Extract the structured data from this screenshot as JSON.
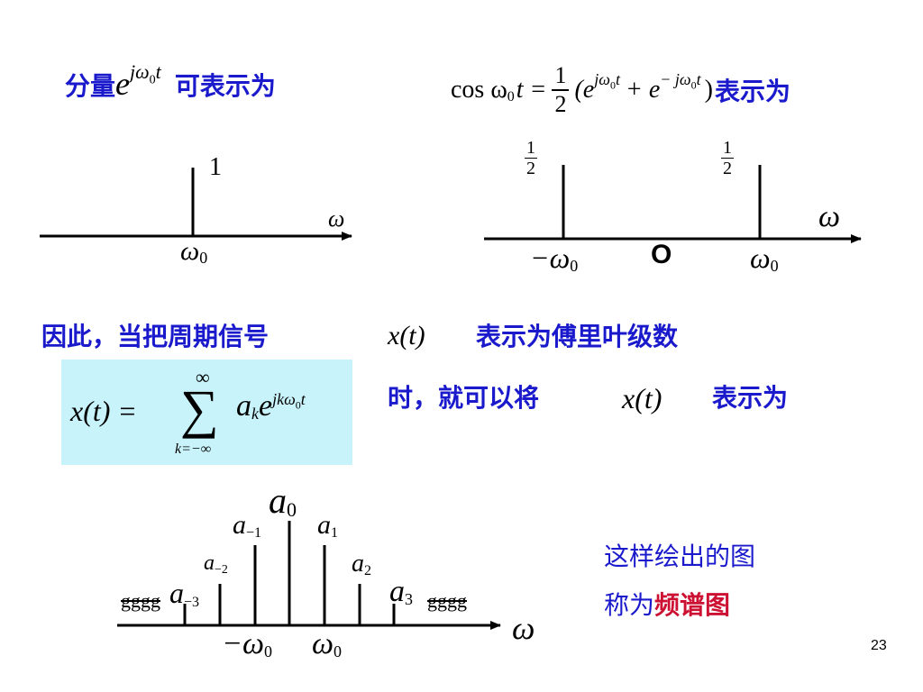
{
  "slide": {
    "page_number": "23",
    "top_left": {
      "prefix": "分量",
      "base": "e",
      "exponent": "jω",
      "exponent_sub": "0",
      "exponent_tail": "t",
      "suffix": "可表示为"
    },
    "top_right": {
      "cos": "cos ω",
      "sub0": "0",
      "t_eq": "t =",
      "frac_num": "1",
      "frac_den": "2",
      "paren_open": "(e",
      "exp1": "jω",
      "exp1_sub": "0",
      "exp1_t": "t",
      "plus": "+ e",
      "exp2": "− jω",
      "exp2_sub": "0",
      "exp2_t": "t",
      "paren_close": ")",
      "suffix": "表示为"
    },
    "plot1": {
      "height_label": "1",
      "axis_label": "ω",
      "tick_label": "ω",
      "tick_sub": "0"
    },
    "plot2": {
      "left_num": "1",
      "left_den": "2",
      "right_num": "1",
      "right_den": "2",
      "axis_label": "ω",
      "origin_label": "O",
      "neg_tick": "−ω",
      "neg_tick_sub": "0",
      "pos_tick": "ω",
      "pos_tick_sub": "0"
    },
    "line3": {
      "text1": "因此，当把周期信号",
      "xt": "x(t)",
      "text2": "表示为傅里叶级数"
    },
    "formula_box": {
      "lhs": "x(t) =",
      "sum_top": "∞",
      "sum_sym": "∑",
      "sum_bottom": "k=−∞",
      "a": "a",
      "a_sub": "k",
      "e": "e",
      "exp": "jkω",
      "exp_sub": "0",
      "exp_t": "t"
    },
    "line4": {
      "text1": "时，就可以将",
      "xt": "x(t)",
      "text2": "表示为"
    },
    "spectrum": {
      "labels": {
        "a0": "a",
        "a0_sub": "0",
        "am1": "a",
        "am1_sub": "−1",
        "a1": "a",
        "a1_sub": "1",
        "am2": "a",
        "am2_sub": "−2",
        "a2": "a",
        "a2_sub": "2",
        "am3": "a",
        "am3_sub": "−3",
        "a3": "a",
        "a3_sub": "3"
      },
      "dots_left": "gggg",
      "dots_right": "gggg",
      "axis_label": "ω",
      "neg_tick": "−ω",
      "neg_tick_sub": "0",
      "pos_tick": "ω",
      "pos_tick_sub": "0"
    },
    "caption": {
      "line1": "这样绘出的图",
      "line2_prefix": "称为",
      "line2_highlight": "频谱图"
    }
  }
}
